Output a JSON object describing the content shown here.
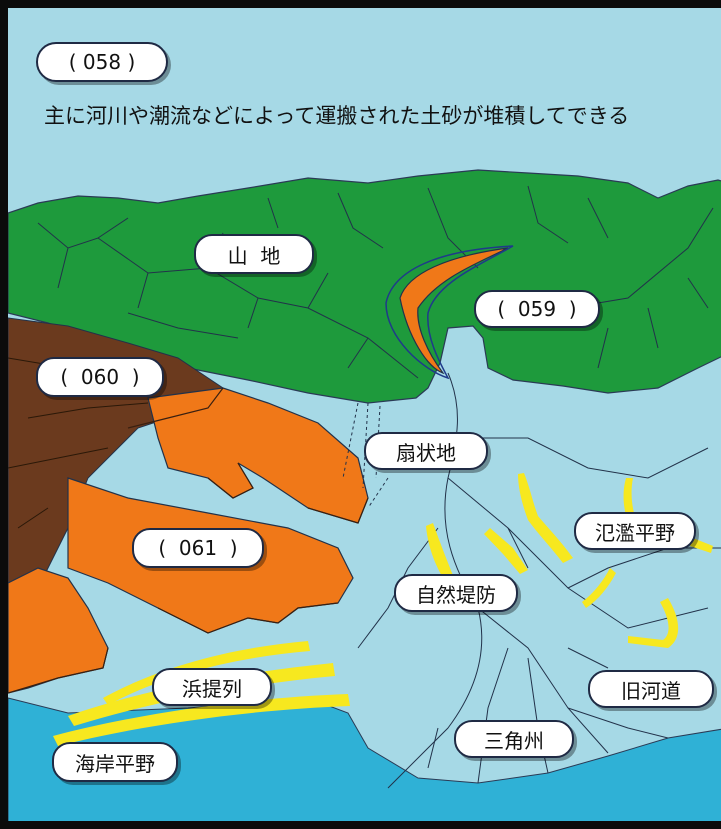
{
  "question": {
    "number_label": "( 058 )",
    "caption": "主に河川や潮流などによって運搬された土砂が堆積してできる"
  },
  "labels": {
    "mountain": "山  地",
    "blank_059": "(  059  )",
    "blank_060": "(  060  )",
    "fan": "扇状地",
    "blank_061": "(  061  )",
    "floodplain": "氾濫平野",
    "levee": "自然堤防",
    "old_channel": "旧河道",
    "beach_ridge": "浜提列",
    "delta": "三角州",
    "coastal_plain": "海岸平野"
  },
  "colors": {
    "water_light": "#a6d9e6",
    "sea": "#2fb1d6",
    "mountain_green": "#1e9a3c",
    "terrace_brown": "#6b3a1e",
    "terrace_orange": "#f07818",
    "levee_yellow": "#f7e81f",
    "frame": "#0b0b0b"
  }
}
